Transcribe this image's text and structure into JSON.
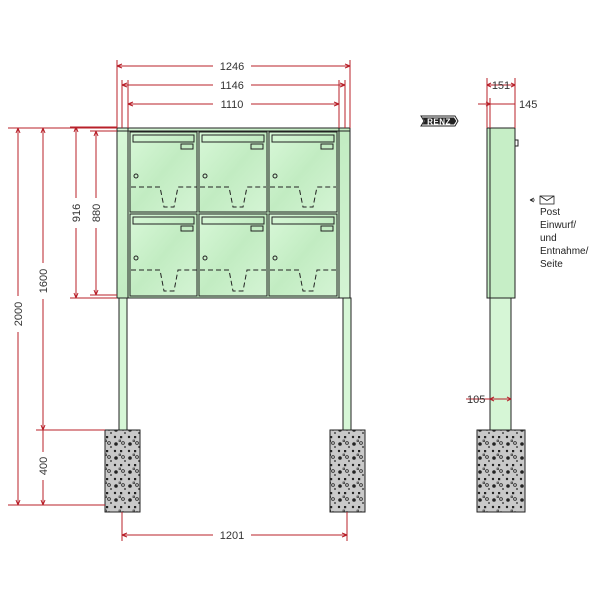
{
  "dimensions": {
    "front_width_total": "1246",
    "front_width_box": "1146",
    "front_width_inner": "1110",
    "post_spacing": "1201",
    "total_height": "2000",
    "post_height": "1600",
    "box_height_outer": "916",
    "box_height_inner": "880",
    "foundation_height": "400",
    "side_depth_total": "151",
    "side_depth_box": "145",
    "side_post_width": "105"
  },
  "side_note": {
    "lines": [
      "Post",
      "Einwurf/",
      "und",
      "Entnahme/",
      "Seite"
    ]
  },
  "logo_text": "RENZ",
  "colors": {
    "dimension_line": "#b8202a",
    "box_fill": "#c6eec6",
    "foundation_fill": "#bdbdbd"
  }
}
